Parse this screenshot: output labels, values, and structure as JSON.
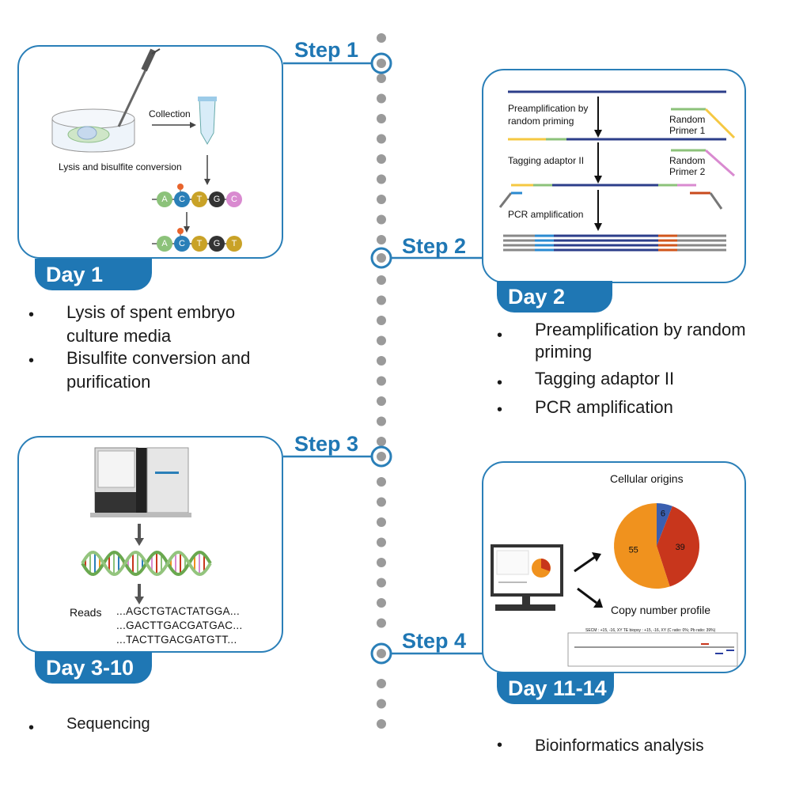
{
  "steps": [
    "Step 1",
    "Step 2",
    "Step 3",
    "Step 4"
  ],
  "days": [
    "Day 1",
    "Day 2",
    "Day 3-10",
    "Day 11-14"
  ],
  "day1": {
    "bullets": [
      "Lysis of spent embryo",
      "culture media",
      "Bisulfite conversion and",
      "purification"
    ],
    "collection": "Collection",
    "lysis": "Lysis and bisulfite conversion",
    "bases_top": [
      "A",
      "C",
      "T",
      "G",
      "C"
    ],
    "bases_bottom": [
      "A",
      "C",
      "T",
      "G",
      "T"
    ]
  },
  "day2": {
    "bullets": [
      "Preamplification by random",
      "priming",
      "Tagging adaptor II",
      "PCR amplification"
    ],
    "pre_label_1": "Preamplification by",
    "pre_label_2": "random priming",
    "rp1_1": "Random",
    "rp1_2": "Primer 1",
    "tag_label": "Tagging adaptor II",
    "rp2_1": "Random",
    "rp2_2": "Primer 2",
    "pcr_label": "PCR amplification"
  },
  "day3": {
    "bullets": [
      "Sequencing"
    ],
    "reads_label": "Reads",
    "reads": [
      "...AGCTGTACTATGGA...",
      "...GACTTGACGATGAC...",
      "...TACTTGACGATGTT..."
    ]
  },
  "day4": {
    "bullets": [
      "Bioinformatics analysis"
    ],
    "cellular_origins": "Cellular origins",
    "copy_number": "Copy number profile",
    "cnv_caption": "SECM : +15, -16, XY  TE biopsy : +15, -16, XY (C ratio: 0%; Pb ratio: 39%)"
  },
  "chart_data": {
    "type": "pie",
    "title": "Cellular origins",
    "categories": [
      "",
      "",
      ""
    ],
    "values": [
      6,
      39,
      55
    ],
    "colors": [
      "#3a5fb0",
      "#c8361c",
      "#f0921e"
    ]
  },
  "colors": {
    "accent": "#1f77b4",
    "dot": "#9a9a9a",
    "navy": "#2c3e8a",
    "green": "#8cc27a",
    "orange": "#f0921e",
    "red": "#c8361c"
  }
}
